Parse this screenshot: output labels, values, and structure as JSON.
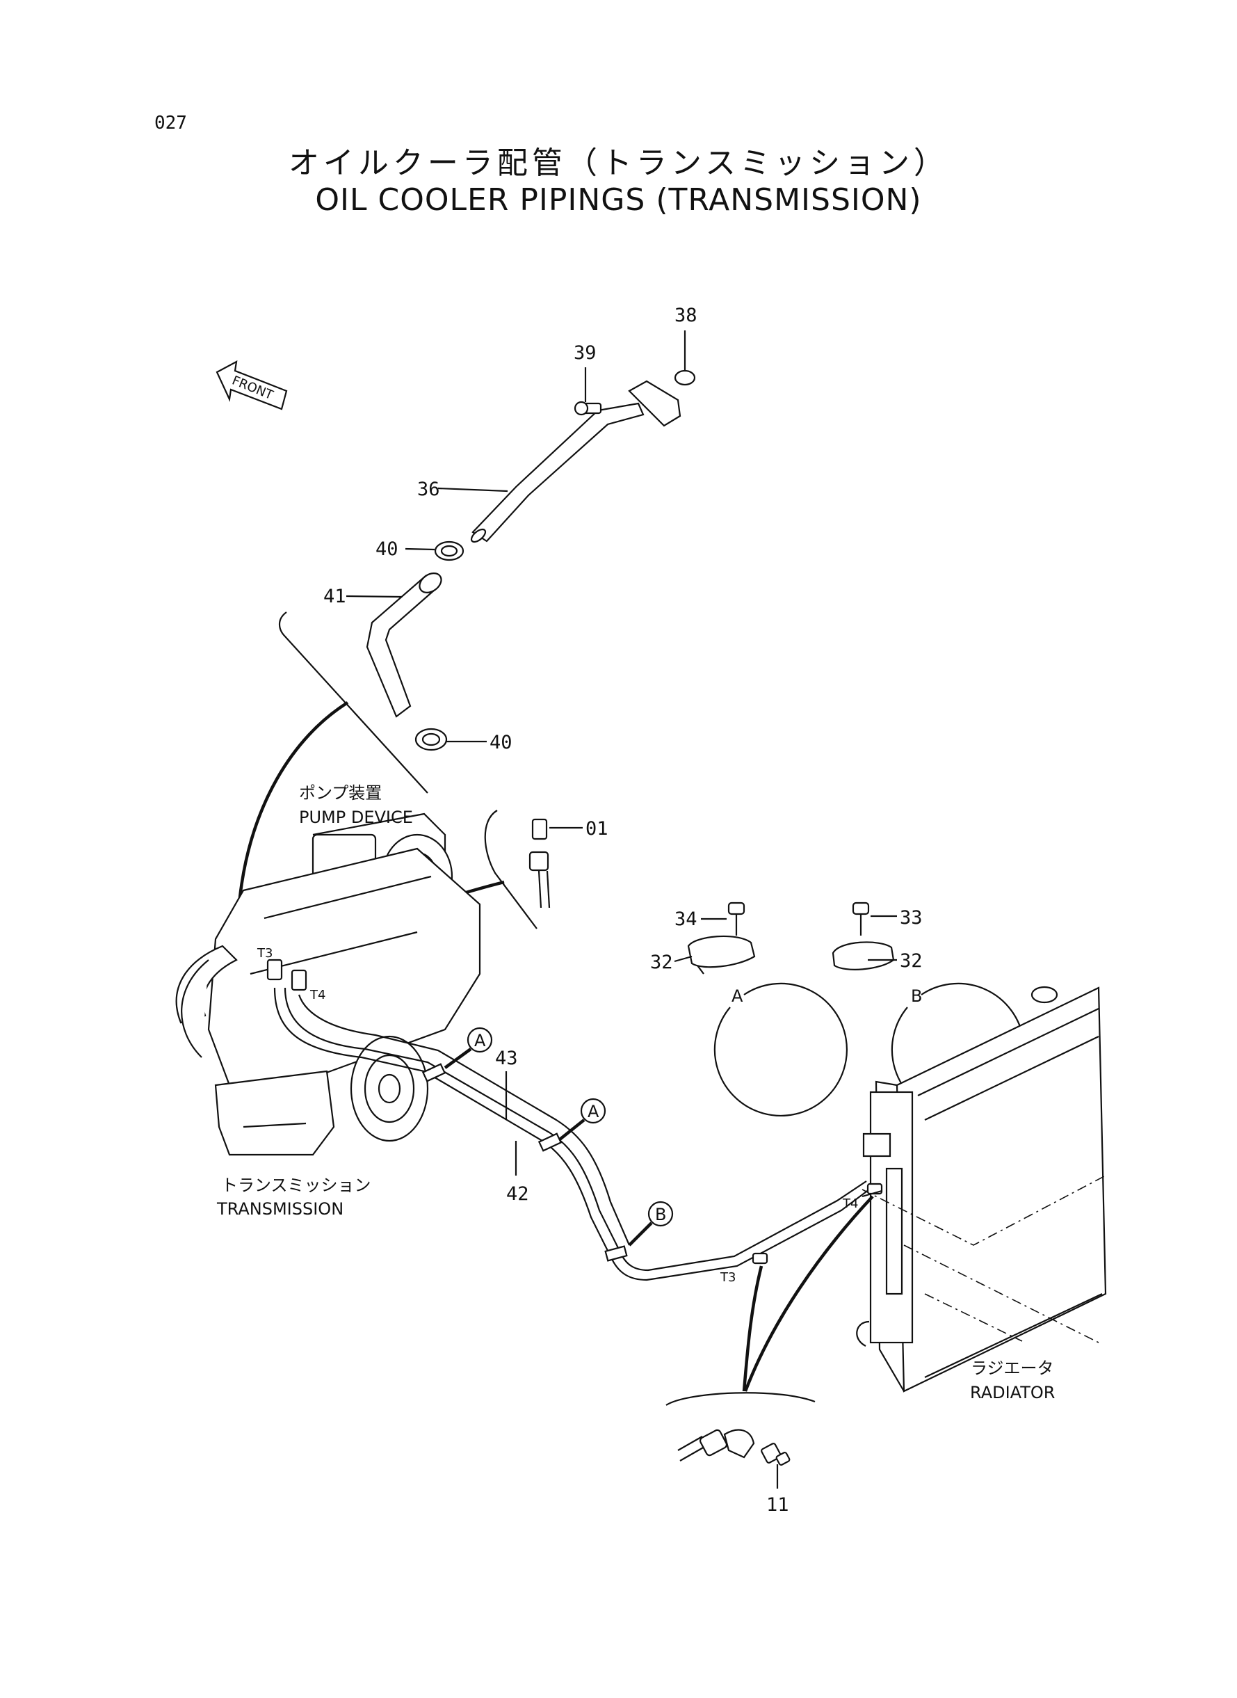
{
  "page": {
    "number": "027",
    "title_jp": "オイルクーラ配管（トランスミッション）",
    "title_en": "OIL COOLER PIPINGS (TRANSMISSION)"
  },
  "orientation": {
    "label": "FRONT"
  },
  "components": {
    "pump_device_jp": "ポンプ装置",
    "pump_device_en": "PUMP DEVICE",
    "transmission_jp": "トランスミッション",
    "transmission_en": "TRANSMISSION",
    "radiator_jp": "ラジエータ",
    "radiator_en": "RADIATOR"
  },
  "part_numbers": {
    "p38": "38",
    "p39": "39",
    "p36": "36",
    "p40a": "40",
    "p41": "41",
    "p40b": "40",
    "p01": "01",
    "p34": "34",
    "p32a": "32",
    "p33": "33",
    "p32b": "32",
    "p43": "43",
    "p42": "42",
    "p11": "11"
  },
  "detail_views": {
    "a": "A",
    "b": "B"
  },
  "port_labels": {
    "t3": "T3",
    "t4": "T4"
  }
}
